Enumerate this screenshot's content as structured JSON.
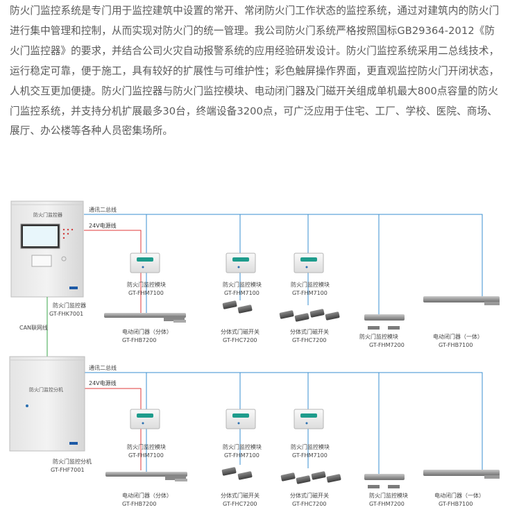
{
  "intro": {
    "text": "防火门监控系统是专门用于监控建筑中设置的常开、常闭防火门工作状态的监控系统，通过对建筑内的防火门进行集中管理和控制，从而实现对防火门的统一管理。我公司防火门系统严格按照国标GB29364-2012《防火门监控器》的要求，并结合公司火灾自动报警系统的应用经验研发设计。防火门监控系统采用二总线技术，运行稳定可靠，便于施工，具有较好的扩展性与可维护性；彩色触屏操作界面，更直观监控防火门开闭状态，人机交互更加便捷。防火门监控器与防火门监控模块、电动闭门器及门磁开关组成单机最大800点容量的防火门监控系统，并支持分机扩展最多30台，终端设备3200点，可广泛应用于住宅、工厂、学校、医院、商场、展厅、办公楼等各种人员密集场所。"
  },
  "colors": {
    "bus": "#3a8fd0",
    "power": "#e03a3a",
    "can": "#3aa64a"
  },
  "upper": {
    "bus_label": "通讯二总线",
    "power_label": "24V电源线",
    "panel_title": "防火门监控器",
    "controller_name": "防火门监控器",
    "controller_model": "GT-FHK7001",
    "module1_name": "防火门监控模块",
    "module1_model": "GT-FHM7100",
    "module2_name": "防火门监控模块",
    "module2_model": "GT-FHM7100",
    "module3_name": "防火门监控模块",
    "module3_model": "GT-FHM7100",
    "dev1_name": "电动闭门器（分体）",
    "dev1_model": "GT-FHB7200",
    "dev2_name": "分体式门磁开关",
    "dev2_model": "GT-FHC7200",
    "dev3_name": "分体式门磁开关",
    "dev3_model": "GT-FHC7200",
    "dev4_name": "防火门监控模块",
    "dev4_model": "GT-FHM7200",
    "dev5_name": "电动闭门器（一体）",
    "dev5_model": "GT-FHB7100"
  },
  "can_label": "CAN联网线",
  "lower": {
    "bus_label": "通讯二总线",
    "power_label": "24V电源线",
    "panel_title": "防火门监控分机",
    "controller_name": "防火门监控分机",
    "controller_model": "GT-FHF7001",
    "module1_name": "防火门监控模块",
    "module1_model": "GT-FHM7100",
    "module2_name": "防火门监控模块",
    "module2_model": "GT-FHM7100",
    "module3_name": "防火门监控模块",
    "module3_model": "GT-FHM7100",
    "dev1_name": "电动闭门器（分体）",
    "dev1_model": "GT-FHB7200",
    "dev2_name": "分体式门磁开关",
    "dev2_model": "GT-FHC7200",
    "dev3_name": "分体式门磁开关",
    "dev3_model": "GT-FHC7200",
    "dev4_name": "防火门监控模块",
    "dev4_model": "GT-FHM7200",
    "dev5_name": "电动闭门器（一体）",
    "dev5_model": "GT-FHB7100"
  }
}
